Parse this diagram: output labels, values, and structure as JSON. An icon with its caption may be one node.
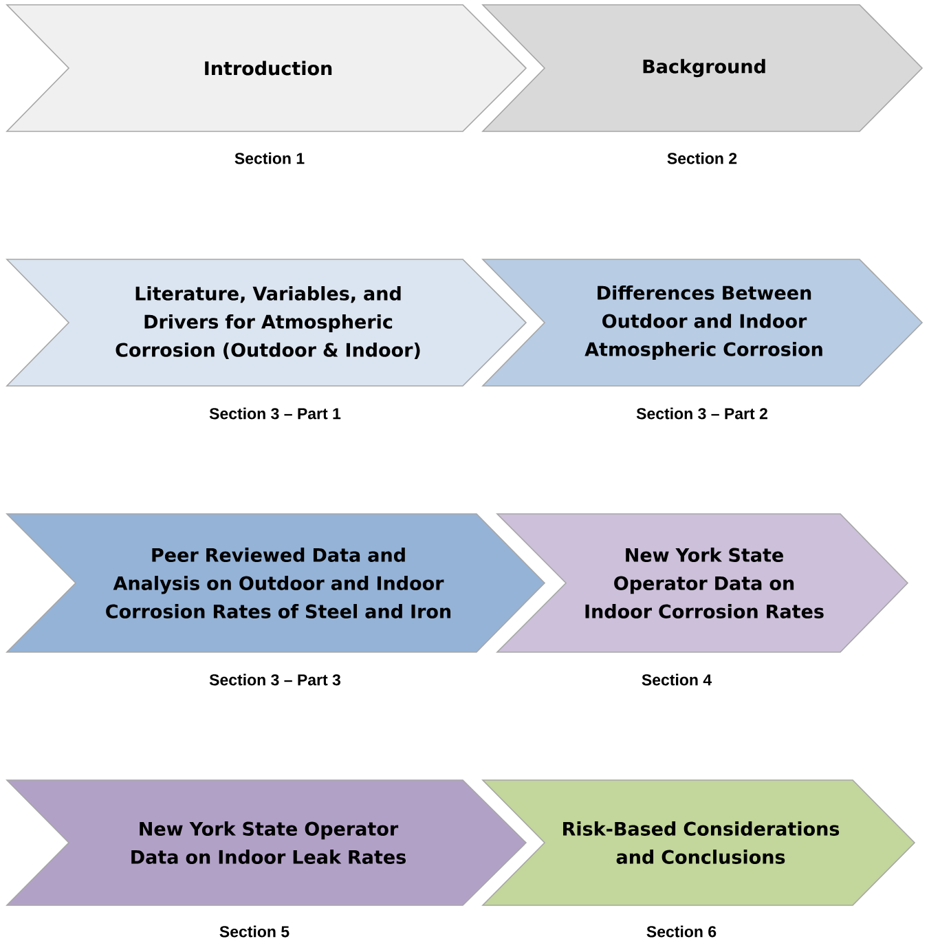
{
  "diagram": {
    "nodes": [
      {
        "text": [
          "Introduction"
        ],
        "beside": [
          "Section 1"
        ]
      },
      {
        "text": [
          "Background"
        ],
        "beside": [
          "Section 2"
        ]
      },
      {
        "text": [
          "Literature, Variables, and Drivers for Atmospheric Corrosion (Outdoor & Indoor)"
        ],
        "beside": [
          "Section 3 – Part 1"
        ]
      },
      {
        "text": [
          "Differences Between Outdoor and Indoor Atmospheric Corrosion"
        ],
        "beside": [
          "Section 3 – Part 2"
        ]
      },
      {
        "text": [
          "Peer Reviewed Data and Analysis on Outdoor and Indoor Corrosion Rates of Steel and Iron"
        ],
        "beside": [
          "Section 3 – Part 3"
        ]
      },
      {
        "text": [
          "New York State Operator Data on Indoor Corrosion Rates"
        ],
        "beside": [
          "Section 4"
        ]
      },
      {
        "text": [
          "New York State Operator Data on Indoor Leak Rates"
        ],
        "beside": [
          "Section 5"
        ]
      },
      {
        "text": [
          "Risk-Based Considerations and Conclusions"
        ],
        "beside": [
          "Section 6"
        ]
      }
    ]
  }
}
